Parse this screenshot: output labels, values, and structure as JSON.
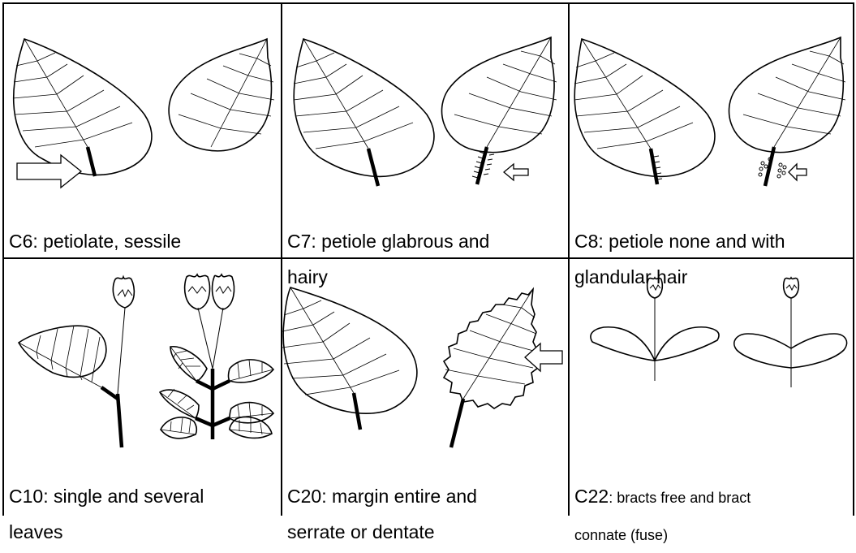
{
  "cells": [
    {
      "code": "C6",
      "text": ": petiolate, sessile",
      "small": false
    },
    {
      "code": "C7",
      "text": ": petiole glabrous and\nhairy",
      "small": false
    },
    {
      "code": "C8",
      "text": ": petiole none and with\nglandular hair",
      "small": false
    },
    {
      "code": "C10",
      "text": ": single and several\nleaves",
      "small": false
    },
    {
      "code": "C20",
      "text": ": margin entire and\nserrate or dentate",
      "small": false
    },
    {
      "code": "C22",
      "text": ": bracts free and bract\nconnate (fuse)",
      "small": true
    }
  ]
}
